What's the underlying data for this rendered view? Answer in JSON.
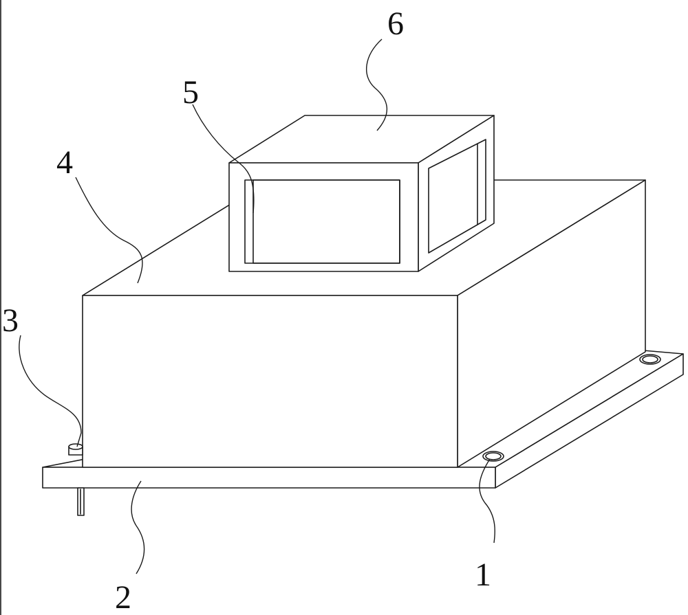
{
  "callouts": {
    "c1": "1",
    "c2": "2",
    "c3": "3",
    "c4": "4",
    "c5": "5",
    "c6": "6"
  },
  "colors": {
    "line": "#1a1a1a",
    "background": "#ffffff"
  }
}
